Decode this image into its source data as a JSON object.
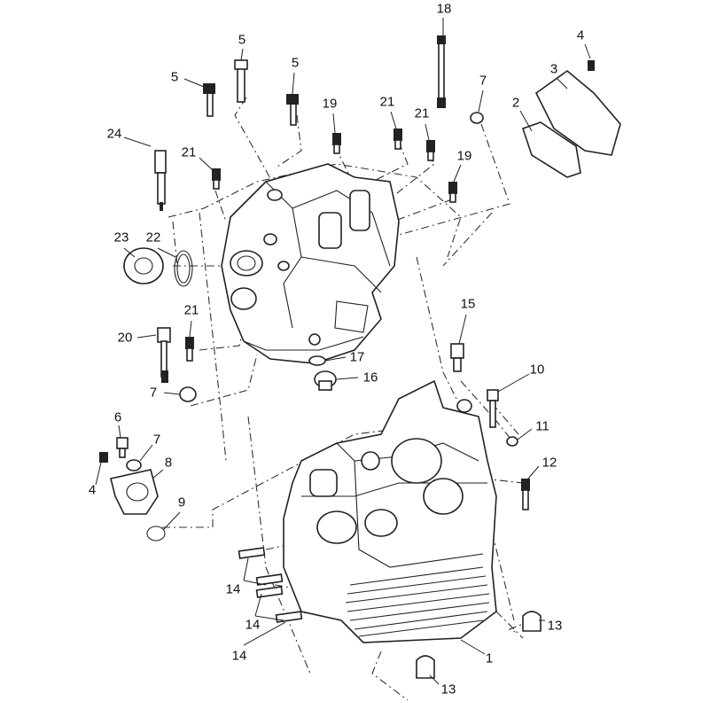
{
  "title": "Cylinder head and cylinder exploded parts diagram",
  "callouts": [
    "18",
    "4",
    "5",
    "5",
    "5",
    "7",
    "3",
    "2",
    "19",
    "21",
    "21",
    "24",
    "21",
    "19",
    "23",
    "22",
    "21",
    "15",
    "20",
    "17",
    "16",
    "10",
    "7",
    "6",
    "11",
    "7",
    "8",
    "12",
    "4",
    "9",
    "14",
    "14",
    "14",
    "13",
    "1",
    "13"
  ],
  "colors": {
    "line": "#222222",
    "background": "#ffffff"
  }
}
